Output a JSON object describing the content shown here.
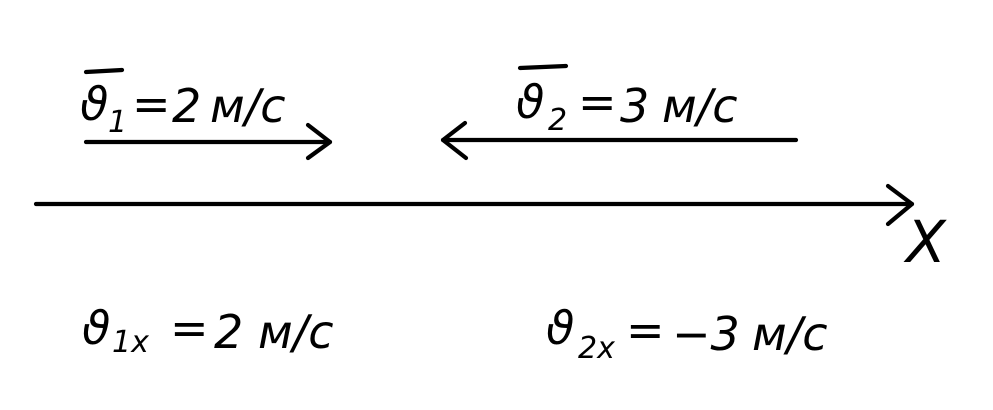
{
  "diagram": {
    "axis": {
      "label": "X"
    },
    "vectors": [
      {
        "symbol": "ϑ",
        "subscript": "1",
        "equals": "=",
        "value": "2",
        "unit": "м/с",
        "direction": "right"
      },
      {
        "symbol": "ϑ",
        "subscript": "2",
        "equals": "=",
        "value": "3",
        "unit": "м/с",
        "direction": "left"
      }
    ],
    "projections": [
      {
        "symbol": "ϑ",
        "subscript": "1x",
        "equals": "=",
        "value": "2",
        "unit": "м/с"
      },
      {
        "symbol": "ϑ",
        "subscript": "2x",
        "equals": "=",
        "value": "−3",
        "unit": "м/с"
      }
    ]
  }
}
